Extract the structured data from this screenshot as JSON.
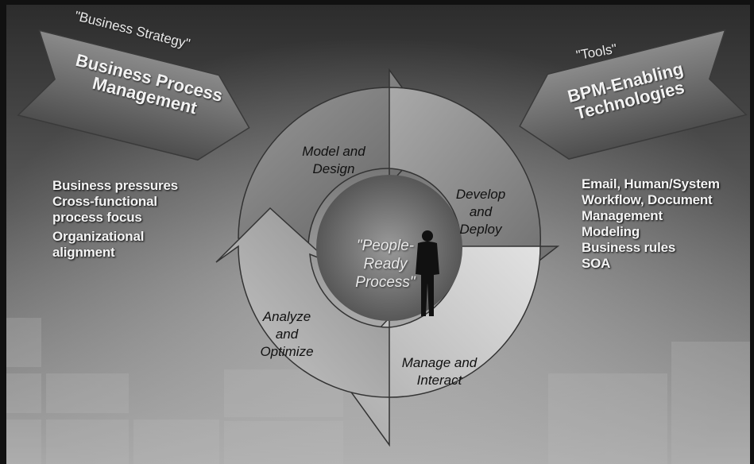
{
  "left_banner": {
    "quote": "\"Business Strategy\"",
    "title_lines": [
      "Business Process",
      "Management"
    ]
  },
  "right_banner": {
    "quote": "\"Tools\"",
    "title_lines": [
      "BPM-Enabling",
      "Technologies"
    ]
  },
  "left_list": [
    "Business pressures",
    "Cross-functional",
    "process focus",
    "Organizational",
    "alignment"
  ],
  "right_list": [
    "Email, Human/System",
    "Workflow, Document",
    "Management",
    "Modeling",
    "Business rules",
    "SOA"
  ],
  "cycle": {
    "model": [
      "Model and",
      "Design"
    ],
    "develop": [
      "Develop",
      "and",
      "Deploy"
    ],
    "manage": [
      "Manage and",
      "Interact"
    ],
    "analyze": [
      "Analyze",
      "and",
      "Optimize"
    ],
    "center": [
      "\"People-",
      "Ready",
      "Process\""
    ]
  },
  "colors": {
    "background_top": "#3a3a3a",
    "background_bottom": "#9a9a9a",
    "arrow_banner": "#6a6a6a",
    "ring_light": "#bdbdbd",
    "ring_dark": "#5a5a5a"
  }
}
